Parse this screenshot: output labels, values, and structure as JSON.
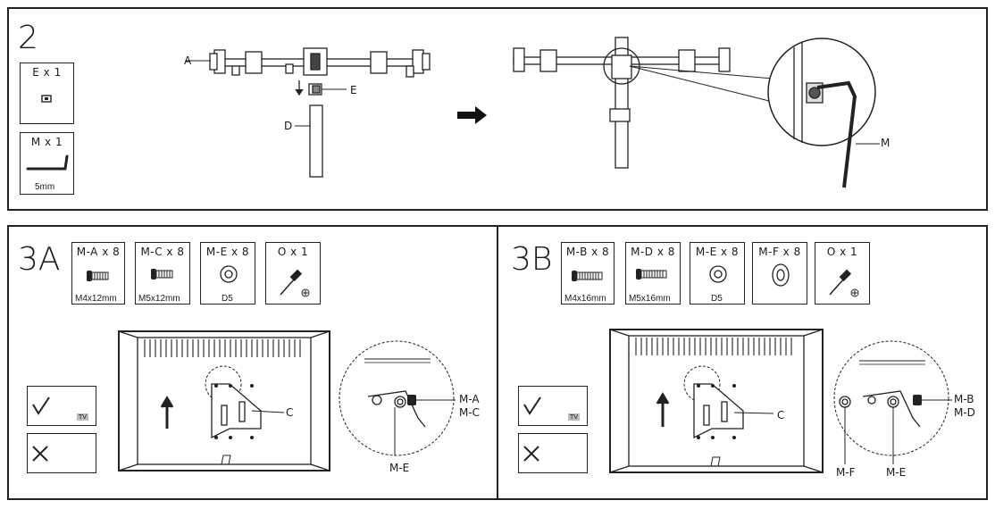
{
  "step2": {
    "number": "2",
    "parts": [
      {
        "qty": "E x 1",
        "icon": "bolt-e-icon"
      },
      {
        "qty": "M x 1",
        "sub": "5mm",
        "icon": "allen-key-icon"
      }
    ],
    "callouts": {
      "a": "A",
      "e": "E",
      "d": "D",
      "m": "M"
    }
  },
  "step3a": {
    "number": "3A",
    "parts": [
      {
        "qty": "M-A x 8",
        "spec": "M4x12mm",
        "icon": "screw-short-icon"
      },
      {
        "qty": "M-C x 8",
        "spec": "M5x12mm",
        "icon": "screw-short-icon"
      },
      {
        "qty": "M-E x 8",
        "spec": "D5",
        "icon": "washer-icon"
      },
      {
        "qty": "O x 1",
        "icon": "screwdriver-icon"
      }
    ],
    "callouts": {
      "c": "C",
      "ma": "M-A",
      "mc": "M-C",
      "me": "M-E"
    },
    "tv": "TV"
  },
  "step3b": {
    "number": "3B",
    "parts": [
      {
        "qty": "M-B x 8",
        "spec": "M4x16mm",
        "icon": "screw-long-icon"
      },
      {
        "qty": "M-D x 8",
        "spec": "M5x16mm",
        "icon": "screw-long-icon"
      },
      {
        "qty": "M-E x 8",
        "spec": "D5",
        "icon": "washer-icon"
      },
      {
        "qty": "M-F x 8",
        "icon": "spacer-icon"
      },
      {
        "qty": "O x 1",
        "icon": "screwdriver-icon"
      }
    ],
    "callouts": {
      "c": "C",
      "mb": "M-B",
      "md": "M-D",
      "mf": "M-F",
      "me": "M-E"
    },
    "tv": "TV"
  }
}
